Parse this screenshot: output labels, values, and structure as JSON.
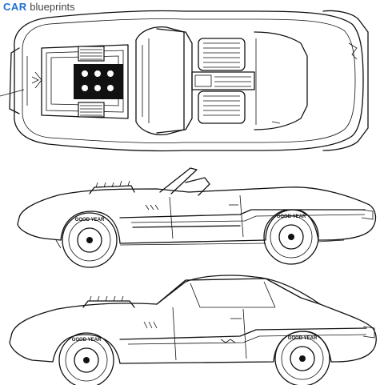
{
  "brand": {
    "car": "CAR",
    "blueprints": "blueprints",
    "brand_color": "#1f6fd1"
  },
  "tire_label": "GOOD YEAR"
}
